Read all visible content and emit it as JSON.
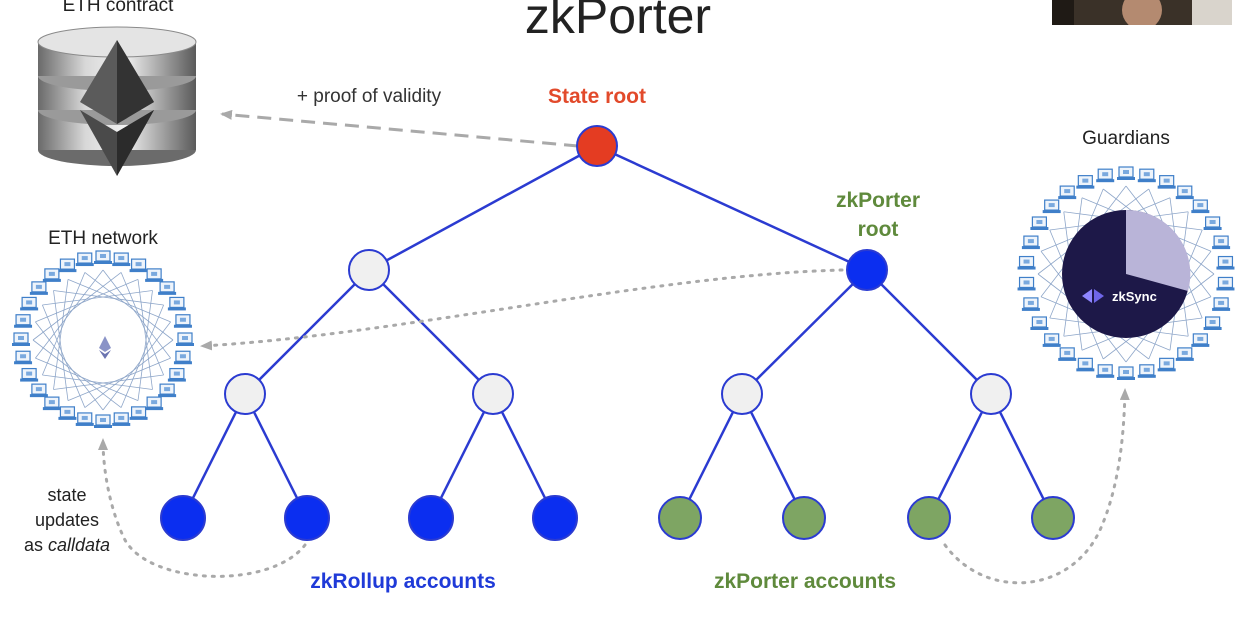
{
  "slide": {
    "title": "zkPorter"
  },
  "labels": {
    "eth_contract": "ETH contract",
    "eth_network": "ETH network",
    "guardians": "Guardians",
    "proof": "+ proof of validity",
    "state_root": "State root",
    "zkporter_root_line1": "zkPorter",
    "zkporter_root_line2": "root",
    "state_updates_line1": "state",
    "state_updates_line2": "updates",
    "state_updates_line3_prefix": "as ",
    "state_updates_line3_italic": "calldata",
    "zkrollup_accounts": "zkRollup accounts",
    "zkporter_accounts": "zkPorter accounts",
    "zksync_brand": "zkSync"
  },
  "colors": {
    "edge": "#2b3bd1",
    "state_root_fill": "#e43c22",
    "blue_node": "#0b2ef0",
    "green_node": "#7ea563",
    "inner_node": "#f0f0f0",
    "red_text": "#e24a2b",
    "green_text": "#5f8a3c",
    "blue_text": "#1f3ad8",
    "gray_arrow": "#a9a9a9",
    "zksync_dark": "#1d1848",
    "zksync_light": "#b9b4d8"
  },
  "icons": {
    "eth_contract": "database-ethereum-icon",
    "eth_network": "network-laptops-icon",
    "guardians": "guardian-network-icon",
    "zksync_logo": "zksync-arrows-icon"
  }
}
